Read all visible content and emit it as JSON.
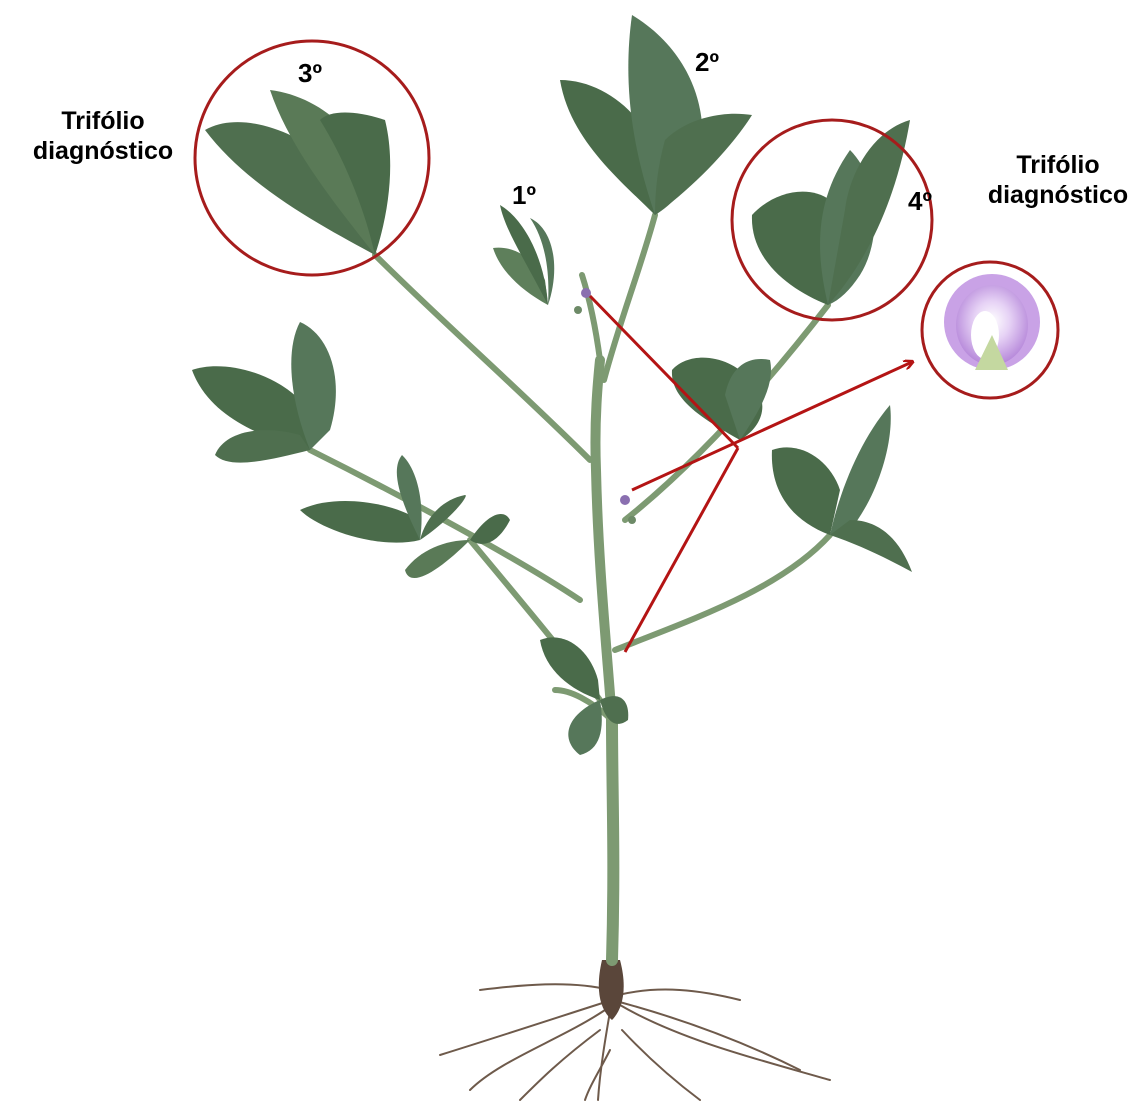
{
  "labels": {
    "leaf_1": "1º",
    "leaf_2": "2º",
    "leaf_3": "3º",
    "leaf_4": "4º",
    "diagnostic_left": {
      "line1": "Trifólio",
      "line2": "diagnóstico"
    },
    "diagnostic_right": {
      "line1": "Trifólio",
      "line2": "diagnóstico"
    }
  },
  "colors": {
    "circle": "#a61c1c",
    "arrow": "#b41414",
    "leaf": "#4a6b4a",
    "leaf_light": "#5e7f5b",
    "stem": "#7d9a72",
    "root": "#6e5a4b",
    "flower": "#c9a2e6"
  }
}
